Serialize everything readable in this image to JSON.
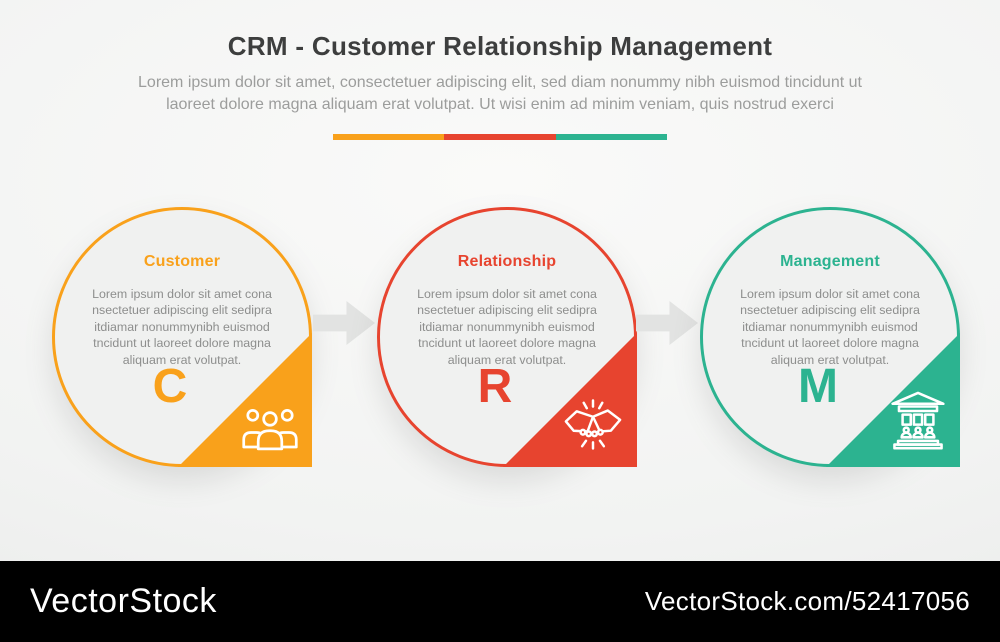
{
  "header": {
    "title": "CRM - Customer Relationship Management",
    "subtitle": "Lorem ipsum dolor sit amet, consectetuer adipiscing elit, sed diam nonummy nibh euismod tincidunt ut\nlaoreet dolore magna aliquam erat volutpat. Ut wisi enim ad minim veniam, quis nostrud exerci",
    "divider_colors": [
      "#F9A11B",
      "#E7442F",
      "#2CB390"
    ]
  },
  "items": [
    {
      "label": "Customer",
      "letter": "C",
      "color": "#F9A11B",
      "icon": "people-group-icon",
      "body": "Lorem ipsum dolor sit amet cona\nnsectetuer adipiscing elit sedipra\nitdiamar nonummynibh euismod\ntncidunt ut laoreet dolore magna\naliquam erat volutpat."
    },
    {
      "label": "Relationship",
      "letter": "R",
      "color": "#E7442F",
      "icon": "handshake-icon",
      "body": "Lorem ipsum dolor sit amet cona\nnsectetuer adipiscing elit sedipra\nitdiamar nonummynibh euismod\ntncidunt ut laoreet dolore magna\naliquam erat volutpat."
    },
    {
      "label": "Management",
      "letter": "M",
      "color": "#2CB390",
      "icon": "bank-building-icon",
      "body": "Lorem ipsum dolor sit amet cona\nnsectetuer adipiscing elit sedipra\nitdiamar nonummynibh euismod\ntncidunt ut laoreet dolore magna\naliquam erat volutpat."
    }
  ],
  "connectors": {
    "arrow_color": "#E2E3E2"
  },
  "watermark": {
    "logo_text": "VectorStock",
    "credit_text": "VectorStock.com/52417056",
    "bar_color": "#000000"
  }
}
